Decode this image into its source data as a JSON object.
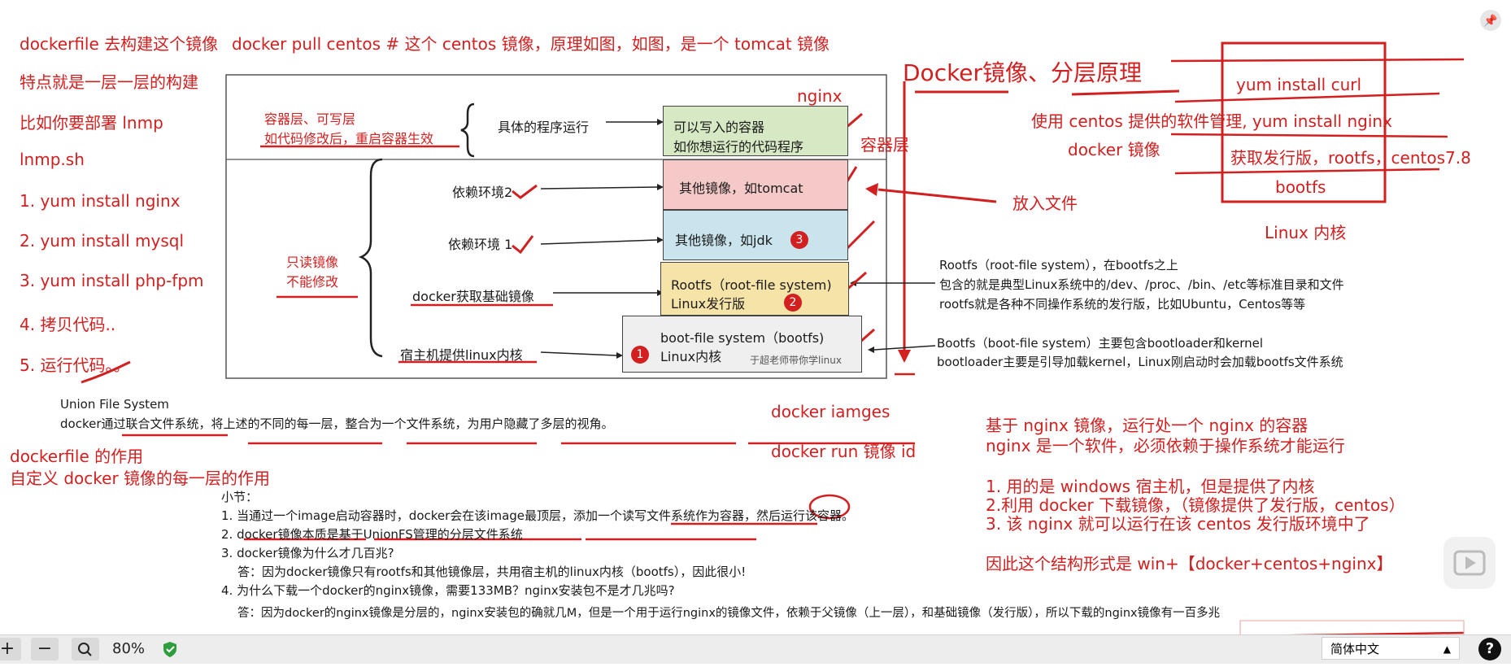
{
  "left_notes": {
    "title": "dockerfile 去构建这个镜像",
    "l1": "特点就是一层一层的构建",
    "l2": "比如你要部署 lnmp",
    "l3": "lnmp.sh",
    "l4": "1.  yum install nginx",
    "l5": "2. yum install mysql",
    "l6": "3. yum install php-fpm",
    "l7": "4.  拷贝代码..",
    "l8": "5. 运行代码。。"
  },
  "top_line": "docker pull centos   # 这个 centos 镜像，原理如图，如图，是一个 tomcat 镜像",
  "main_title": "Docker镜像、分层原理",
  "diagram": {
    "container_label_1": "容器层、可写层",
    "container_label_2": "如代码修改后，重启容器生效",
    "run_label": "具体的程序运行",
    "readonly_1": "只读镜像",
    "readonly_2": "不能修改",
    "dep2": "依赖环境2",
    "dep1": "依赖环境 1",
    "base_image": "docker获取基础镜像",
    "host_kernel": "宿主机提供linux内核",
    "layers": {
      "writable_1": "可以写入的容器",
      "writable_2": "如你想运行的代码程序",
      "tomcat": "其他镜像，如tomcat",
      "jdk": "其他镜像，如jdk",
      "rootfs_1": "Rootfs（root-file system)",
      "rootfs_2": "Linux发行版",
      "bootfs_1": "boot-file system（bootfs)",
      "bootfs_2": "Linux内核",
      "watermark": "于超老师带你学linux"
    },
    "nginx": "nginx",
    "container_layer": "容器层",
    "put_file": "放入文件",
    "badge1": "1",
    "badge2": "2",
    "badge3": "3"
  },
  "right_box": {
    "curl": "yum install curl",
    "bootfs": "bootfs",
    "release": "获取发行版，rootfs，centos7.8",
    "kernel": "Linux 内核"
  },
  "right_notes": {
    "yum_nginx": "使用 centos 提供的软件管理, yum install nginx",
    "docker_image": "docker 镜像",
    "rootfs_desc_1": "Rootfs（root-file system），在bootfs之上",
    "rootfs_desc_2": "包含的就是典型Linux系统中的/dev、/proc、/bin、/etc等标准目录和文件",
    "rootfs_desc_3": "rootfs就是各种不同操作系统的发行版，比如Ubuntu，Centos等等",
    "bootfs_desc_1": "Bootfs（boot-file system）主要包含bootloader和kernel",
    "bootfs_desc_2": "bootloader主要是引导加载kernel，Linux刚启动时会加载bootfs文件系统"
  },
  "union": {
    "title": "Union File System",
    "desc": "docker通过联合文件系统，将上述的不同的每一层，整合为一个文件系统，为用户隐藏了多层的视角。"
  },
  "mid_notes": {
    "images": "docker iamges",
    "run": "docker run  镜像 id"
  },
  "dockerfile_role": {
    "l1": "dockerfile 的作用",
    "l2": "自定义 docker 镜像的每一层的作用"
  },
  "nginx_notes": {
    "l1": "基于 nginx 镜像，运行处一个 nginx 的容器",
    "l2": "nginx 是一个软件，必须依赖于操作系统才能运行",
    "p1": "1. 用的是 windows 宿主机，但是提供了内核",
    "p2": "2.利用 docker 下载镜像，（镜像提供了发行版，centos）",
    "p3": "3. 该 nginx 就可以运行在该 centos 发行版环境中了",
    "conclusion": "因此这个结构形式是 win+【docker+centos+nginx】"
  },
  "summary": {
    "heading": "小节：",
    "s1": "1.  当通过一个image启动容器时，docker会在该image最顶层，添加一个读写文件系统作为容器，然后运行该容器。",
    "s2": "2.  docker镜像本质是基于UnionFS管理的分层文件系统",
    "s3": "3.  docker镜像为什么才几百兆?",
    "s3a": "答：因为docker镜像只有rootfs和其他镜像层，共用宿主机的linux内核（bootfs），因此很小!",
    "s4": "4.  为什么下载一个docker的nginx镜像，需要133MB？nginx安装包不是才几兆吗?",
    "s4a": "答：因为docker的nginx镜像是分层的，nginx安装包的确就几M，但是一个用于运行nginx的镜像文件，依赖于父镜像（上一层），和基础镜像（发行版），所以下载的nginx镜像有一百多兆"
  },
  "toolbar": {
    "plus": "+",
    "minus": "−",
    "zoom": "80%",
    "language": "简体中文",
    "help": "?"
  },
  "colors": {
    "ink_red": "#d21f1f",
    "layer_green": "#d6e8c4",
    "layer_pink": "#f6c9c9",
    "layer_blue": "#c9e4ec",
    "layer_yellow": "#f6e3a8",
    "layer_gray": "#efefef"
  }
}
